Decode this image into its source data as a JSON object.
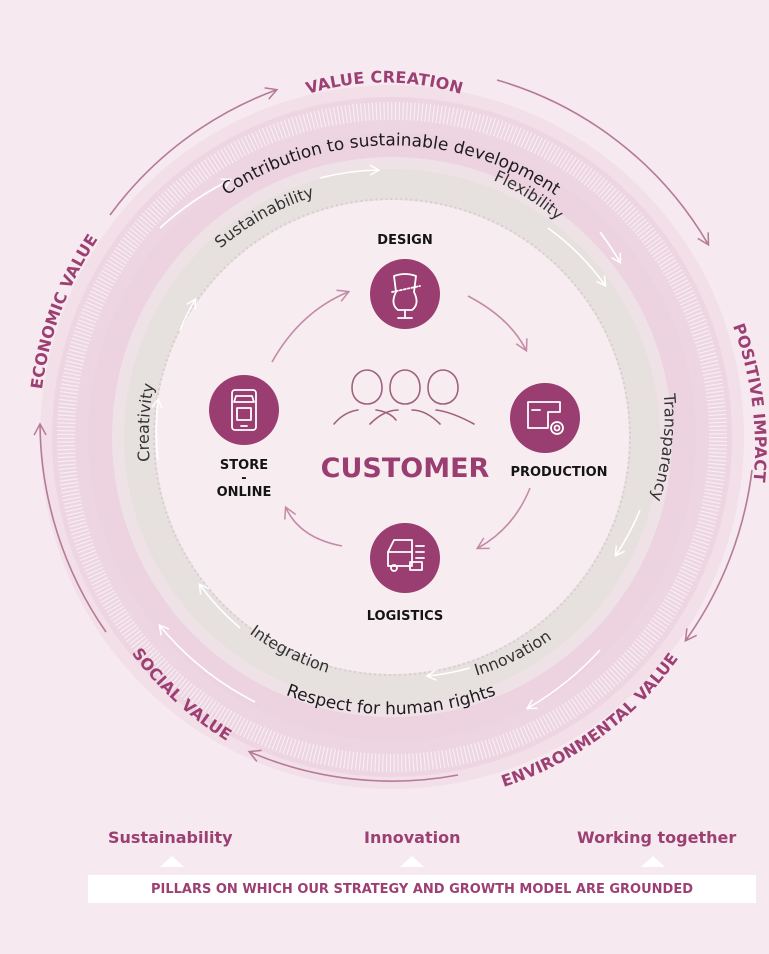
{
  "outer_labels": {
    "value_creation": "VALUE CREATION",
    "positive_impact": "POSITIVE IMPACT",
    "environmental_value": "ENVIRONMENTAL VALUE",
    "social_value": "SOCIAL VALUE",
    "economic_value": "ECONOMIC VALUE"
  },
  "ring_labels": {
    "top": "Contribution to sustainable development",
    "bottom": "Respect for human rights"
  },
  "inner_labels": {
    "sustainability": "Sustainability",
    "flexibility": "Flexibility",
    "transparency": "Transparency",
    "innovation": "Innovation",
    "integration": "Integration",
    "creativity": "Creativity"
  },
  "nodes": {
    "design": "DESIGN",
    "production": "PRODUCTION",
    "logistics": "LOGISTICS",
    "store_line1": "STORE",
    "store_line2": "-",
    "store_line3": "ONLINE"
  },
  "center": {
    "customer": "CUSTOMER"
  },
  "pillars": {
    "items": [
      "Sustainability",
      "Innovation",
      "Working together"
    ],
    "caption": "PILLARS ON WHICH OUR STRATEGY AND GROWTH MODEL ARE GROUNDED"
  },
  "colors": {
    "background": "#f6e9ef",
    "accent": "#9c3f73",
    "node_fill": "#9a3d70",
    "inner_ring": "#e6e0df",
    "middle_ring": "#ecd3df"
  },
  "icons": {
    "design": "dress-form-icon",
    "production": "sewing-machine-icon",
    "logistics": "delivery-van-icon",
    "store": "mobile-store-icon",
    "customer": "people-icon"
  }
}
